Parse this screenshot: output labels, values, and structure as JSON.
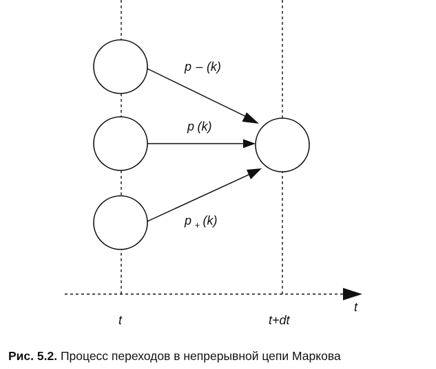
{
  "diagram": {
    "transition_labels": {
      "minus": {
        "base": "p",
        "subscript": "–",
        "arg": "(k)"
      },
      "zero": {
        "base": "p",
        "arg": "(k)"
      },
      "plus": {
        "base": "p",
        "subscript": "+",
        "arg": "(k)"
      }
    },
    "axis": {
      "label": "t",
      "tick_t": "t",
      "tick_t_dt": "t+dt"
    }
  },
  "caption": {
    "number": "Рис. 5.2.",
    "text": "Процесс переходов в непрерывной цепи Маркова"
  }
}
